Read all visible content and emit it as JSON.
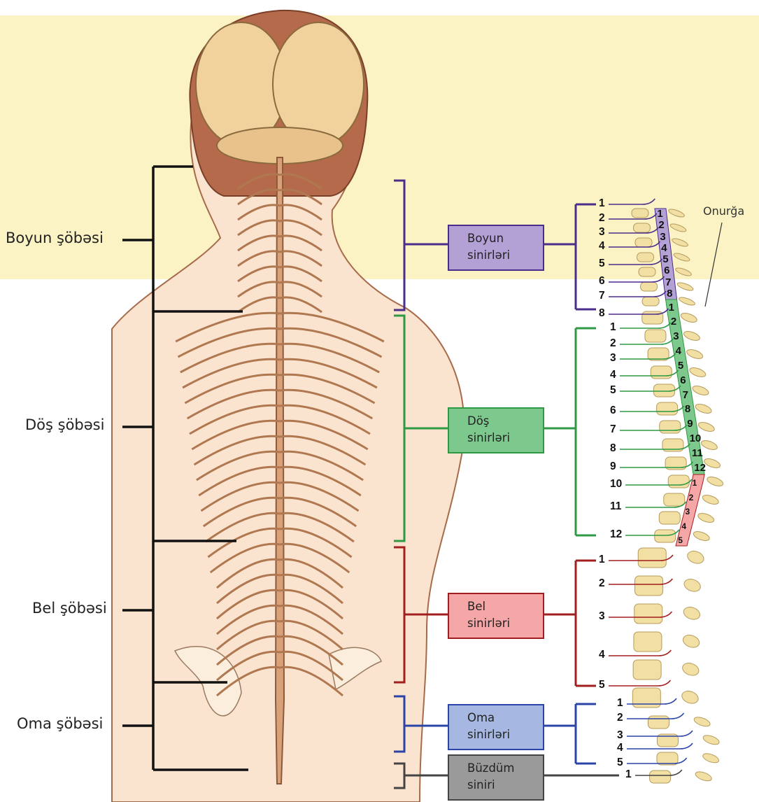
{
  "regions": {
    "cervical": "Boyun şöbəsi",
    "thoracic": "Döş şöbəsi",
    "lumbar": "Bel şöbəsi",
    "sacral": "Oma şöbəsi"
  },
  "boxes": {
    "cervical": {
      "line1": "Boyun",
      "line2": "sinirləri"
    },
    "thoracic": {
      "line1": "Döş",
      "line2": "sinirləri"
    },
    "lumbar": {
      "line1": "Bel",
      "line2": "sinirləri"
    },
    "sacral": {
      "line1": "Oma",
      "line2": "sinirləri"
    },
    "coccygeal": {
      "line1": "Büzdüm",
      "line2": "siniri"
    }
  },
  "spine_label": "Onurğa",
  "nerves": {
    "cervical": [
      "1",
      "2",
      "3",
      "4",
      "5",
      "6",
      "7",
      "8"
    ],
    "thoracic": [
      "1",
      "2",
      "3",
      "4",
      "5",
      "6",
      "7",
      "8",
      "9",
      "10",
      "11",
      "12"
    ],
    "lumbar": [
      "1",
      "2",
      "3",
      "4",
      "5"
    ],
    "sacral": [
      "1",
      "2",
      "3",
      "4",
      "5"
    ],
    "coccygeal": [
      "1"
    ]
  },
  "vertebrae": {
    "cervical": [
      "1",
      "2",
      "3",
      "4",
      "5",
      "6",
      "7",
      "8"
    ],
    "thoracic": [
      "1",
      "2",
      "3",
      "4",
      "5",
      "6",
      "7",
      "8",
      "9",
      "10",
      "11",
      "12"
    ],
    "lumbar": [
      "1",
      "2",
      "3",
      "4",
      "5"
    ]
  },
  "colors": {
    "cervical": "#4b2d8c",
    "cervical_fill": "#b3a1d6",
    "thoracic": "#2e9a43",
    "thoracic_fill": "#7dc88c",
    "lumbar": "#a31f1f",
    "lumbar_fill": "#f5a7a7",
    "sacral": "#2b44a8",
    "sacral_fill": "#a6b8e2",
    "coccygeal": "#444444",
    "coccygeal_fill": "#9a9a9a",
    "bracket": "#111111",
    "bone": "#f1dfa4",
    "band": "#fbf3c4"
  }
}
